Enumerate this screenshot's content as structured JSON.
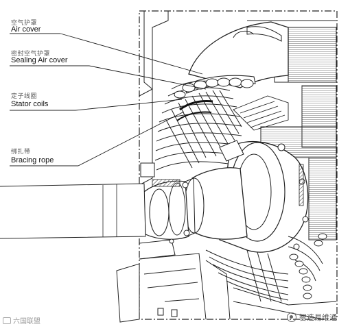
{
  "labels": [
    {
      "zh": "空气护罩",
      "en": "Air cover"
    },
    {
      "zh": "密封空气护罩",
      "en": "Sealing Air cover"
    },
    {
      "zh": "定子线圈",
      "en": "Stator coils"
    },
    {
      "zh": "绑扎带",
      "en": "Bracing rope"
    }
  ],
  "watermarks": {
    "left": "六国联盟",
    "right": "智造易维通"
  },
  "icons": {
    "left_watermark": "camera-icon",
    "right_watermark": "wechat-dot-icon"
  }
}
